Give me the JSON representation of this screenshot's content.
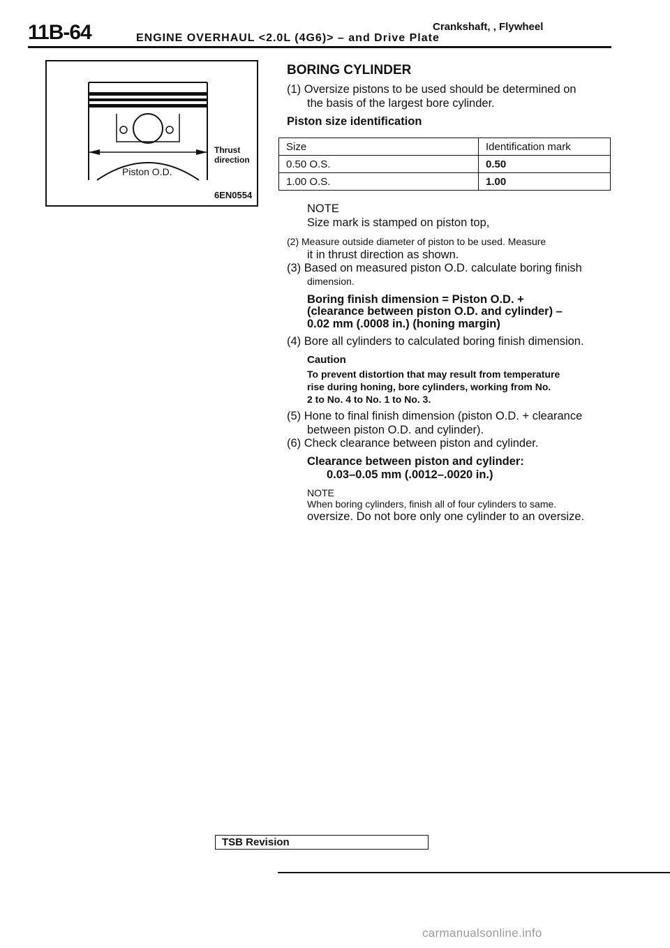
{
  "header": {
    "page_number": "11B-64",
    "title": "ENGINE OVERHAUL <2.0L (4G6)> – and Drive Plate",
    "sub_top": "Crankshaft, , Flywheel",
    "sub_bottom": ""
  },
  "figure": {
    "thrust_line1": "Thrust",
    "thrust_line2": "direction",
    "piston_od": "Piston O.D.",
    "code": "6EN0554"
  },
  "section": {
    "heading": "BORING CYLINDER",
    "step1_line1": "(1) Oversize pistons to be used should be determined on",
    "step1_line2": "the basis of the largest bore cylinder.",
    "table_heading": "Piston size identification",
    "table": {
      "headers": [
        "Size",
        "Identification mark"
      ],
      "rows": [
        [
          "0.50 O.S.",
          "0.50"
        ],
        [
          "1.00 O.S.",
          "1.00"
        ]
      ]
    },
    "note1_label": "NOTE",
    "note1_text": "Size mark is stamped on piston top,",
    "step2_line1": "(2) Measure outside diameter of piston to be used. Measure",
    "step2_line2": "it in thrust direction as shown.",
    "step3_line1": "(3) Based on measured piston O.D. calculate boring finish",
    "step3_line2": "dimension.",
    "formula_line1": "Boring finish dimension = Piston O.D. +",
    "formula_line2": "(clearance between piston O.D. and cylinder) –",
    "formula_line3": "0.02 mm (.0008 in.) (honing margin)",
    "step4": "(4) Bore all cylinders to calculated boring finish dimension.",
    "caution_label": "Caution",
    "caution_line1": "To prevent distortion that may result from temperature",
    "caution_line2": "rise during honing, bore cylinders, working from No.",
    "caution_line3": "2 to No. 4 to No. 1 to No. 3.",
    "step5_line1": "(5) Hone to final finish dimension (piston O.D. + clearance",
    "step5_line2": "between piston O.D. and cylinder).",
    "step6": "(6) Check clearance between piston and cylinder.",
    "clearance_label": "Clearance between piston and cylinder:",
    "clearance_value": "0.03–0.05 mm (.0012–.0020 in.)",
    "note2_label": "NOTE",
    "note2_line1": "When boring cylinders, finish all of four cylinders to same.",
    "note2_line2": "oversize.  Do not bore only one cylinder to an oversize."
  },
  "footer": {
    "tsb_label": "TSB Revision",
    "watermark": "carmanualsonline.info"
  }
}
